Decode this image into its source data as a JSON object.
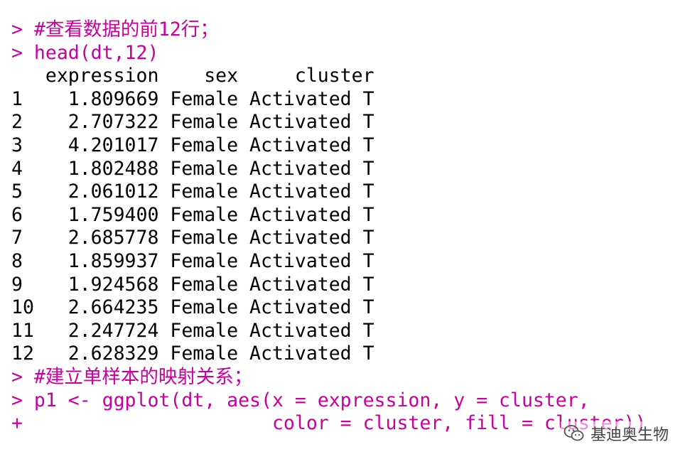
{
  "console": {
    "lines": [
      {
        "type": "cmd",
        "text": "> #查看数据的前12行；"
      },
      {
        "type": "cmd",
        "text": "> head(dt,12)"
      },
      {
        "type": "out",
        "text": "   expression    sex     cluster"
      },
      {
        "type": "out",
        "text": "1    1.809669 Female Activated T"
      },
      {
        "type": "out",
        "text": "2    2.707322 Female Activated T"
      },
      {
        "type": "out",
        "text": "3    4.201017 Female Activated T"
      },
      {
        "type": "out",
        "text": "4    1.802488 Female Activated T"
      },
      {
        "type": "out",
        "text": "5    2.061012 Female Activated T"
      },
      {
        "type": "out",
        "text": "6    1.759400 Female Activated T"
      },
      {
        "type": "out",
        "text": "7    2.685778 Female Activated T"
      },
      {
        "type": "out",
        "text": "8    1.859937 Female Activated T"
      },
      {
        "type": "out",
        "text": "9    1.924568 Female Activated T"
      },
      {
        "type": "out",
        "text": "10   2.664235 Female Activated T"
      },
      {
        "type": "out",
        "text": "11   2.247724 Female Activated T"
      },
      {
        "type": "out",
        "text": "12   2.628329 Female Activated T"
      },
      {
        "type": "cmd",
        "text": "> #建立单样本的映射关系；"
      },
      {
        "type": "cmd",
        "text": "> p1 <- ggplot(dt, aes(x = expression, y = cluster,"
      },
      {
        "type": "cmd",
        "text": "+                      color = cluster, fill = cluster))"
      }
    ]
  },
  "watermark": {
    "text": "基迪奥生物",
    "icon": "wechat-icon"
  },
  "colors": {
    "command": "#c8009e",
    "output": "#000000",
    "background": "#ffffff"
  }
}
